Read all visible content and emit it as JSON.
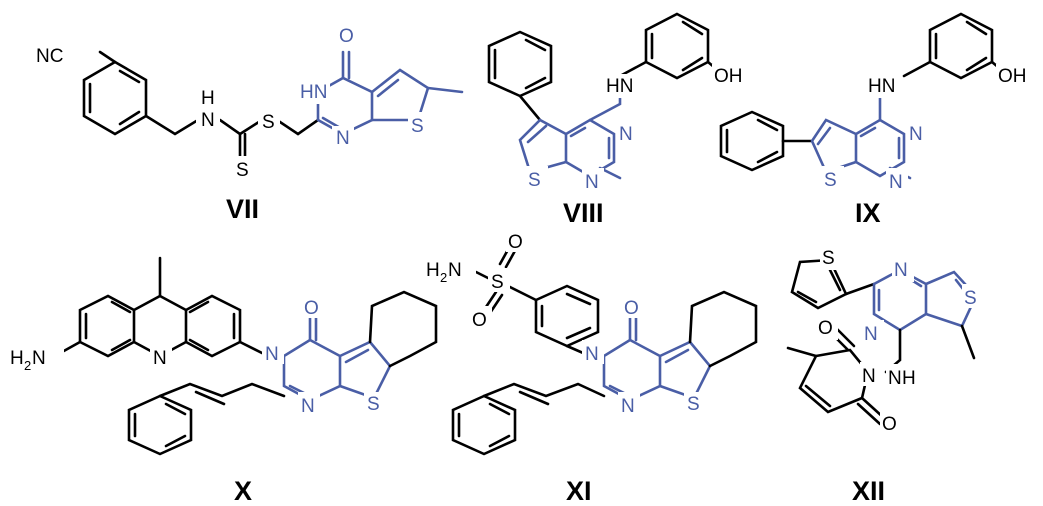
{
  "colors": {
    "scaffold": "#4a5ea6",
    "bond": "#000000",
    "background": "#ffffff"
  },
  "compounds": [
    {
      "label": "VII",
      "atoms": {
        "nc": "NC",
        "nh": "H",
        "n": "N",
        "s1": "S",
        "s2": "S",
        "hn": "HN",
        "o": "O",
        "n2": "N",
        "s3": "S"
      }
    },
    {
      "label": "VIII",
      "atoms": {
        "hn": "HN",
        "oh": "OH",
        "n1": "N",
        "n2": "N",
        "s": "S"
      }
    },
    {
      "label": "IX",
      "atoms": {
        "hn": "HN",
        "oh": "OH",
        "n1": "N",
        "n2": "N",
        "s": "S"
      }
    },
    {
      "label": "X",
      "atoms": {
        "h2n": "H",
        "h2n_sub": "2",
        "h2n_n": "N",
        "n_acr": "N",
        "n1": "N",
        "o": "O",
        "n2": "N",
        "s": "S"
      }
    },
    {
      "label": "XI",
      "atoms": {
        "h2n": "H",
        "h2n_sub": "2",
        "h2n_n": "N",
        "s_sulf": "S",
        "o1": "O",
        "o2": "O",
        "n1": "N",
        "o": "O",
        "n2": "N",
        "s": "S"
      }
    },
    {
      "label": "XII",
      "atoms": {
        "s_th": "S",
        "n1": "N",
        "n2": "N",
        "s": "S",
        "o1": "O",
        "n_im": "N",
        "nh": "N",
        "nh_h": "H",
        "o2": "O"
      }
    }
  ]
}
